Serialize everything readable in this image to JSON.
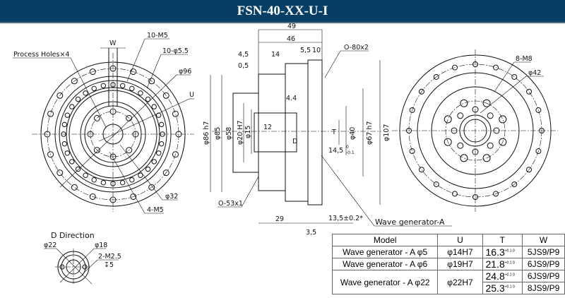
{
  "header": {
    "title": "FSN-40-XX-U-I",
    "color": "#063f66"
  },
  "front_view": {
    "labels": {
      "process_holes": "Process Holes×4",
      "w": "W",
      "m5_10": "10-M5",
      "hole_10": "10-φ5.5",
      "d96": "φ96",
      "u": "U",
      "d32": "φ32",
      "m5_4": "4-M5"
    }
  },
  "section_view": {
    "labels": {
      "d49": "49",
      "d46": "46",
      "d4_5": "4,5",
      "d14": "14",
      "d0_5": "0,5",
      "d5_5": "5,5",
      "d10": "10",
      "oring80": "O-80x2",
      "d86": "φ86 h7",
      "d85": "φ85",
      "d58": "φ58",
      "d20": "φ20 H7",
      "d15": "φ15",
      "d12": "12",
      "d4_4": "4.4",
      "d_label": "D",
      "t_label": "T",
      "d40": "φ40",
      "d67": "φ67 h7",
      "d107": "φ107",
      "d14_5": "14,5",
      "tol14_5_top": "0",
      "tol14_5_bot": "-0.1",
      "oring53": "O-53x1",
      "d29": "29",
      "d13_5": "13,5±0.2*",
      "d3_5": "3,5",
      "wave_gen": "Wave generator-A"
    }
  },
  "rear_view": {
    "labels": {
      "m8": "8-M8",
      "d42": "φ42"
    }
  },
  "d_direction": {
    "title": "D Direction",
    "d22": "φ22",
    "d18": "φ18",
    "m25": "2-M2.5",
    "depth": "↧5"
  },
  "table": {
    "headers": [
      "Model",
      "U",
      "T",
      "W"
    ],
    "rows": [
      {
        "model": "Wave generator - A φ5",
        "u": "φ14H7",
        "t": "16.3",
        "tol": "+0.1 0",
        "w": "5JS9/P9"
      },
      {
        "model": "Wave generator - A φ6",
        "u": "φ19H7",
        "t": "21.8",
        "tol": "+0.1 0",
        "w": "6JS9/P9"
      },
      {
        "model": "Wave generator - A φ22",
        "u": "φ22H7",
        "t": "24.8",
        "tol": "+0.1 0",
        "w": "6JS9/P9"
      },
      {
        "t": "25.3",
        "tol": "+0.1 0",
        "w": "8JS9/P9"
      }
    ]
  }
}
